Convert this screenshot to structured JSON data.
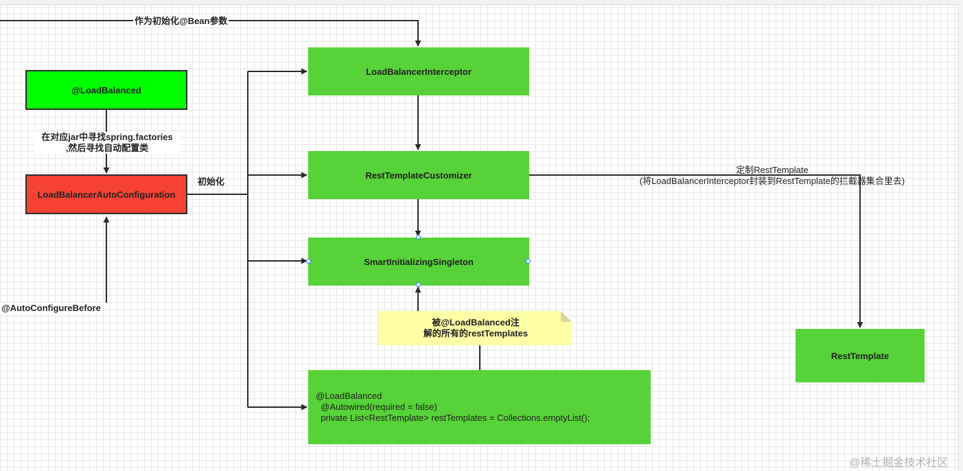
{
  "nodes": {
    "load_balanced": "@LoadBalanced",
    "auto_configuration": "LoadBalancerAutoConfiguration",
    "interceptor": "LoadBalancerInterceptor",
    "customizer": "RestTemplateCustomizer",
    "smart_singleton": "SmartInitializingSingleton",
    "rest_template": "RestTemplate",
    "code_lines": [
      "@LoadBalanced",
      "  @Autowired(required = false)",
      "  private List<RestTemplate> restTemplates = Collections.emptyList();"
    ]
  },
  "labels": {
    "bean_param": "作为初始化@Bean参数",
    "find_factories_line1": "在对应jar中寻找spring.factories",
    "find_factories_line2": ",然后寻找自动配置类",
    "initialize": "初始化",
    "auto_configure_before": "@AutoConfigureBefore",
    "customize_line1": "定制RestTemplate",
    "customize_line2": "(将LoadBalancerInterceptor封装到RestTemplate的拦截器集合里去)"
  },
  "note": {
    "line1": "被@LoadBalanced注",
    "line2": "解的所有的restTemplates"
  },
  "watermark": "@稀土掘金技术社区",
  "colors": {
    "green_node": "#57d238",
    "load_balanced_fill": "#00ff00",
    "auto_config_fill": "#f54234",
    "note_fill": "#ffffa8",
    "edge": "#2b2b2b"
  }
}
